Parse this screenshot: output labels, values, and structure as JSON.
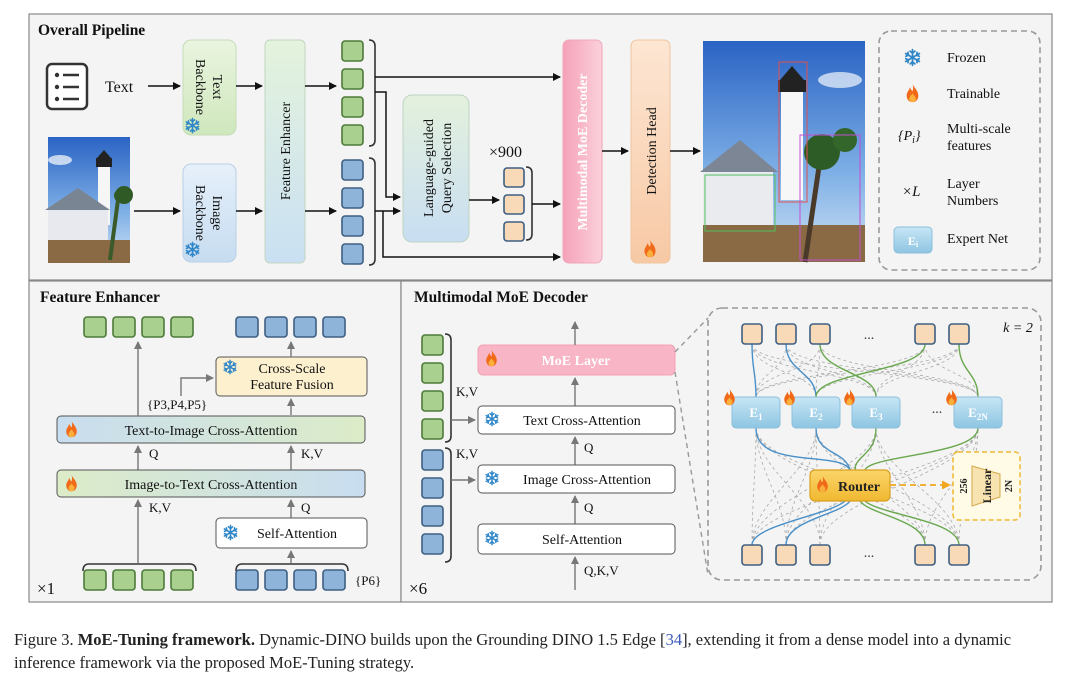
{
  "overall": {
    "title": "Overall Pipeline",
    "text_label": "Text",
    "text_backbone": "Text Backbone",
    "image_backbone": "Image Backbone",
    "feature_enhancer": "Feature Enhancer",
    "query_selection": "Language-guided Query Selection",
    "x900": "×900",
    "decoder": "Multimodal MoE Decoder",
    "detection_head": "Detection Head"
  },
  "legend": {
    "frozen": "Frozen",
    "trainable": "Trainable",
    "pi_symbol": "{Pi}",
    "multiscale": "Multi-scale features",
    "xl_symbol": "×L",
    "layer_numbers": "Layer Numbers",
    "ei_symbol": "Ei",
    "expert_net": "Expert Net"
  },
  "fe": {
    "title": "Feature Enhancer",
    "cross_scale": "Cross-Scale Feature Fusion",
    "p345": "{P3,P4,P5}",
    "t2i": "Text-to-Image Cross-Attention",
    "i2t": "Image-to-Text Cross-Attention",
    "self_attn": "Self-Attention",
    "q1": "Q",
    "kv1": "K,V",
    "kv2": "K,V",
    "q2": "Q",
    "x1": "×1",
    "p6": "{P6}"
  },
  "dec": {
    "title": "Multimodal MoE Decoder",
    "moe_layer": "MoE Layer",
    "text_ca": "Text Cross-Attention",
    "image_ca": "Image Cross-Attention",
    "self_attn": "Self-Attention",
    "kv_a": "K,V",
    "kv_b": "K,V",
    "q_a": "Q",
    "q_b": "Q",
    "qkv": "Q,K,V",
    "x6": "×6"
  },
  "moe": {
    "k_eq": "k = 2",
    "dots": "...",
    "experts": [
      "E1",
      "E2",
      "E3",
      "E2N"
    ],
    "router": "Router",
    "linear": "Linear",
    "dim_in": "256",
    "dim_out": "2N"
  },
  "caption": {
    "fig": "Figure 3.",
    "bold": "MoE-Tuning framework.",
    "part1": "Dynamic-DINO builds upon the Grounding DINO 1.5 Edge [",
    "ref": "34",
    "part2": "], extending it from a dense model into a dynamic inference framework via the proposed MoE-Tuning strategy."
  },
  "colors": {
    "green_token": "#a9d08e",
    "blue_token": "#8eb4d9",
    "peach_token": "#f8d9b8",
    "pink_decoder": "#f7b3c3",
    "expert_blue": "#a8d3ea",
    "router_yellow": "#f5c242",
    "flame": "#f07020",
    "snow": "#3a8cc9"
  }
}
